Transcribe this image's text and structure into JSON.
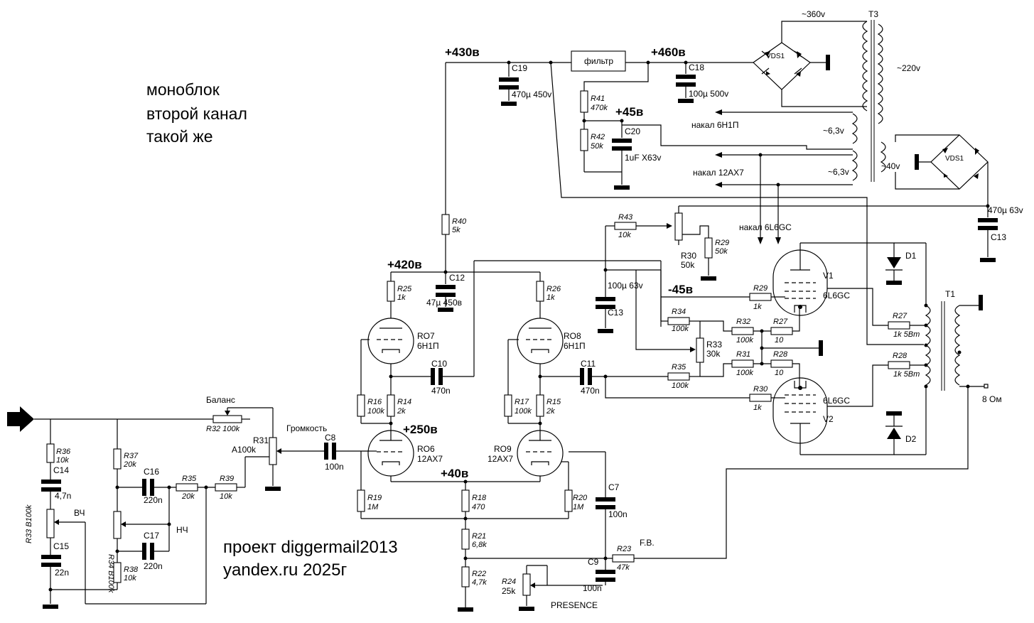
{
  "notes": {
    "line1": "моноблок",
    "line2": "второй канал",
    "line3": "такой же"
  },
  "credits": {
    "line1": "проект diggermail2013",
    "line2": "yandex.ru  2025г"
  },
  "rails": {
    "v430": "+430в",
    "v460": "+460в",
    "v420": "+420в",
    "v250": "+250в",
    "v40": "+40в",
    "v45p": "+45в",
    "v45n": "-45в"
  },
  "filter_label": "фильтр",
  "transformer_labels": {
    "t3": "T3",
    "t1": "T1",
    "ac360": "~360v",
    "ac220": "~220v",
    "ac63a": "~6,3v",
    "ac63b": "~6,3v",
    "ac40": "~40v"
  },
  "heater_labels": {
    "h6n1p": "накал 6Н1П",
    "h12ax7": "накал 12AX7",
    "h6l6": "накал 6L6GC"
  },
  "controls": {
    "balance": "Баланс",
    "volume": "Громкость",
    "hf": "ВЧ",
    "lf": "НЧ",
    "presence": "PRESENCE",
    "fb": "F.B.",
    "out": "8 Ом"
  },
  "tubes": [
    {
      "ref": "RO6",
      "type": "12AX7"
    },
    {
      "ref": "RO7",
      "type": "6Н1П"
    },
    {
      "ref": "RO8",
      "type": "6Н1П"
    },
    {
      "ref": "RO9",
      "type": "12AX7"
    },
    {
      "ref": "V1",
      "type": "6L6GC"
    },
    {
      "ref": "V2",
      "type": "6L6GC"
    }
  ],
  "resistors": [
    {
      "ref": "R36",
      "value": "10k"
    },
    {
      "ref": "R37",
      "value": "20k"
    },
    {
      "ref": "R38",
      "value": "10k"
    },
    {
      "ref": "R33",
      "value": "B100k"
    },
    {
      "ref": "R34",
      "value": "B100k"
    },
    {
      "ref": "R35",
      "value": "20k"
    },
    {
      "ref": "R39",
      "value": "10k"
    },
    {
      "ref": "R32",
      "value": "100k"
    },
    {
      "ref": "R31",
      "value": "A100k"
    },
    {
      "ref": "R19",
      "value": "1M"
    },
    {
      "ref": "R18",
      "value": "470"
    },
    {
      "ref": "R20",
      "value": "1M"
    },
    {
      "ref": "R21",
      "value": "6,8k"
    },
    {
      "ref": "R22",
      "value": "4,7k"
    },
    {
      "ref": "R24",
      "value": "25k"
    },
    {
      "ref": "R23",
      "value": "47k"
    },
    {
      "ref": "R16",
      "value": "100k"
    },
    {
      "ref": "R14",
      "value": "2k"
    },
    {
      "ref": "R17",
      "value": "100k"
    },
    {
      "ref": "R15",
      "value": "2k"
    },
    {
      "ref": "R25",
      "value": "1k"
    },
    {
      "ref": "R26",
      "value": "1k"
    },
    {
      "ref": "R40",
      "value": "5k"
    },
    {
      "ref": "R41",
      "value": "470k"
    },
    {
      "ref": "R42",
      "value": "50k"
    },
    {
      "ref": "R43",
      "value": "10k"
    },
    {
      "ref": "R29",
      "value": "50k"
    },
    {
      "ref": "R30",
      "value": "50k"
    },
    {
      "ref": "R34",
      "value": "100k"
    },
    {
      "ref": "R35",
      "value": "100k"
    },
    {
      "ref": "R33",
      "value": "30k"
    },
    {
      "ref": "R32",
      "value": "100k"
    },
    {
      "ref": "R31",
      "value": "100k"
    },
    {
      "ref": "R27",
      "value": "10"
    },
    {
      "ref": "R28",
      "value": "10"
    },
    {
      "ref": "R29",
      "value": "1k"
    },
    {
      "ref": "R30",
      "value": "1k"
    },
    {
      "ref": "R27",
      "value": "1k 5Вт"
    },
    {
      "ref": "R28",
      "value": "1k 5Вт"
    }
  ],
  "capacitors": [
    {
      "ref": "C14",
      "value": "4,7n"
    },
    {
      "ref": "C15",
      "value": "22n"
    },
    {
      "ref": "C16",
      "value": "220n"
    },
    {
      "ref": "C17",
      "value": "220n"
    },
    {
      "ref": "C8",
      "value": "100n"
    },
    {
      "ref": "C7",
      "value": "100n"
    },
    {
      "ref": "C9",
      "value": "100n"
    },
    {
      "ref": "C10",
      "value": "470n"
    },
    {
      "ref": "C11",
      "value": "470n"
    },
    {
      "ref": "C12",
      "value": "47µ 450в"
    },
    {
      "ref": "C19",
      "value": "470µ  450v"
    },
    {
      "ref": "C18",
      "value": "100µ 500v"
    },
    {
      "ref": "C20",
      "value": "1uF X63v"
    },
    {
      "ref": "C13",
      "value": "100µ 63v"
    },
    {
      "ref": "C13",
      "value": "470µ 63v"
    }
  ],
  "diodes": [
    {
      "ref": "VDS1"
    },
    {
      "ref": "VDS1"
    },
    {
      "ref": "D1"
    },
    {
      "ref": "D2"
    }
  ]
}
